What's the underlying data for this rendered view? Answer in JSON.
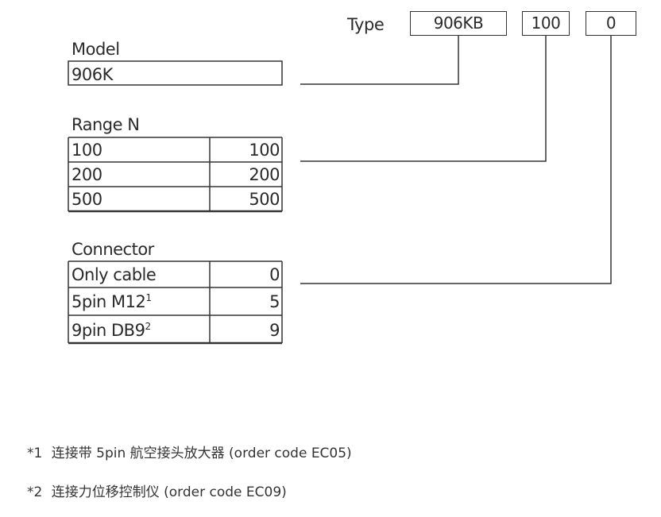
{
  "type_header": {
    "label": "Type",
    "codes": [
      "906KB",
      "100",
      "0"
    ]
  },
  "model": {
    "title": "Model",
    "value": "906K"
  },
  "range": {
    "title": "Range N",
    "rows": [
      {
        "label": "100",
        "code": "100"
      },
      {
        "label": "200",
        "code": "200"
      },
      {
        "label": "500",
        "code": "500"
      }
    ]
  },
  "connector": {
    "title": "Connector",
    "rows": [
      {
        "label": "Only cable",
        "sup": "",
        "code": "0"
      },
      {
        "label": "5pin M12",
        "sup": "1",
        "code": "5"
      },
      {
        "label": "9pin DB9",
        "sup": "2",
        "code": "9"
      }
    ]
  },
  "footnotes": [
    {
      "mark": "*1",
      "text": "连接带 5pin 航空接头放大器 (order code EC05)"
    },
    {
      "mark": "*2",
      "text": "连接力位移控制仪 (order code EC09)"
    }
  ]
}
